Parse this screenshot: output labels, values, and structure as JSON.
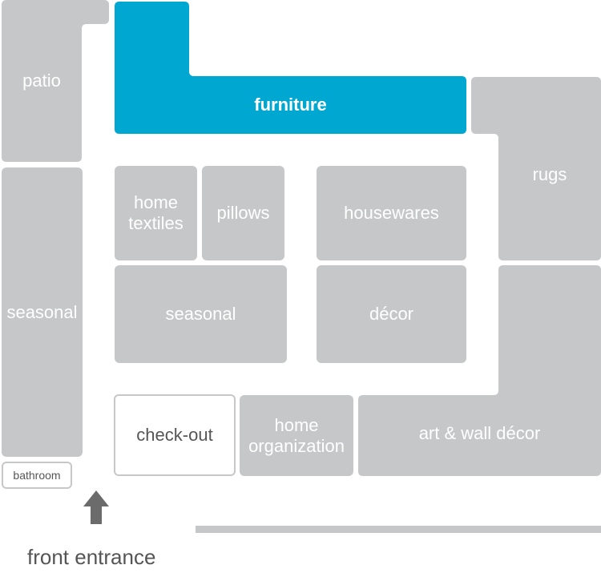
{
  "map": {
    "colors": {
      "zone": "#c6c7c9",
      "highlight": "#00a7d0",
      "text_dark": "#555555"
    },
    "zones": {
      "patio": "patio",
      "furniture": "furniture",
      "rugs": "rugs",
      "seasonal_left": "seasonal",
      "home_textiles": "home\ntextiles",
      "pillows": "pillows",
      "housewares": "housewares",
      "seasonal_center": "seasonal",
      "decor": "décor",
      "checkout": "check-out",
      "home_organization": "home\norganization",
      "art_wall_decor": "art & wall décor",
      "bathroom": "bathroom"
    },
    "highlighted_zone": "furniture",
    "entrance": {
      "label": "front entrance",
      "icon": "arrow-up-icon"
    }
  }
}
